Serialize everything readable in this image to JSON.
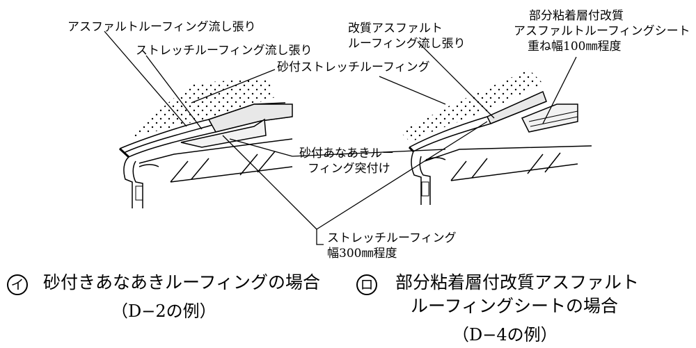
{
  "left": {
    "labels": {
      "asphalt_flow": "アスファルトルーフィング流し張り",
      "stretch_flow": "ストレッチルーフィング流し張り",
      "sand_stretch": "砂付ストレッチルーフィング",
      "perforated_line1": "砂付あなあきルー",
      "perforated_line2": "フィング突付け",
      "stretch_width_line1": "ストレッチルーフィング",
      "stretch_width_line2": "幅300㎜程度"
    },
    "caption": {
      "marker": "イ",
      "title": "砂付きあなあきルーフィングの場合",
      "example": "（D−2の例）"
    }
  },
  "right": {
    "labels": {
      "modified_line1": "改質アスファルト",
      "modified_line2": "ルーフィング流し張り",
      "partial_line1": "部分粘着層付改質",
      "partial_line2": "アスファルトルーフィングシート",
      "partial_line3": "重ね幅100㎜程度"
    },
    "caption": {
      "marker": "ロ",
      "title_line1": "部分粘着層付改質アスファルト",
      "title_line2": "ルーフィングシートの場合",
      "example": "（D−4の例）"
    }
  }
}
